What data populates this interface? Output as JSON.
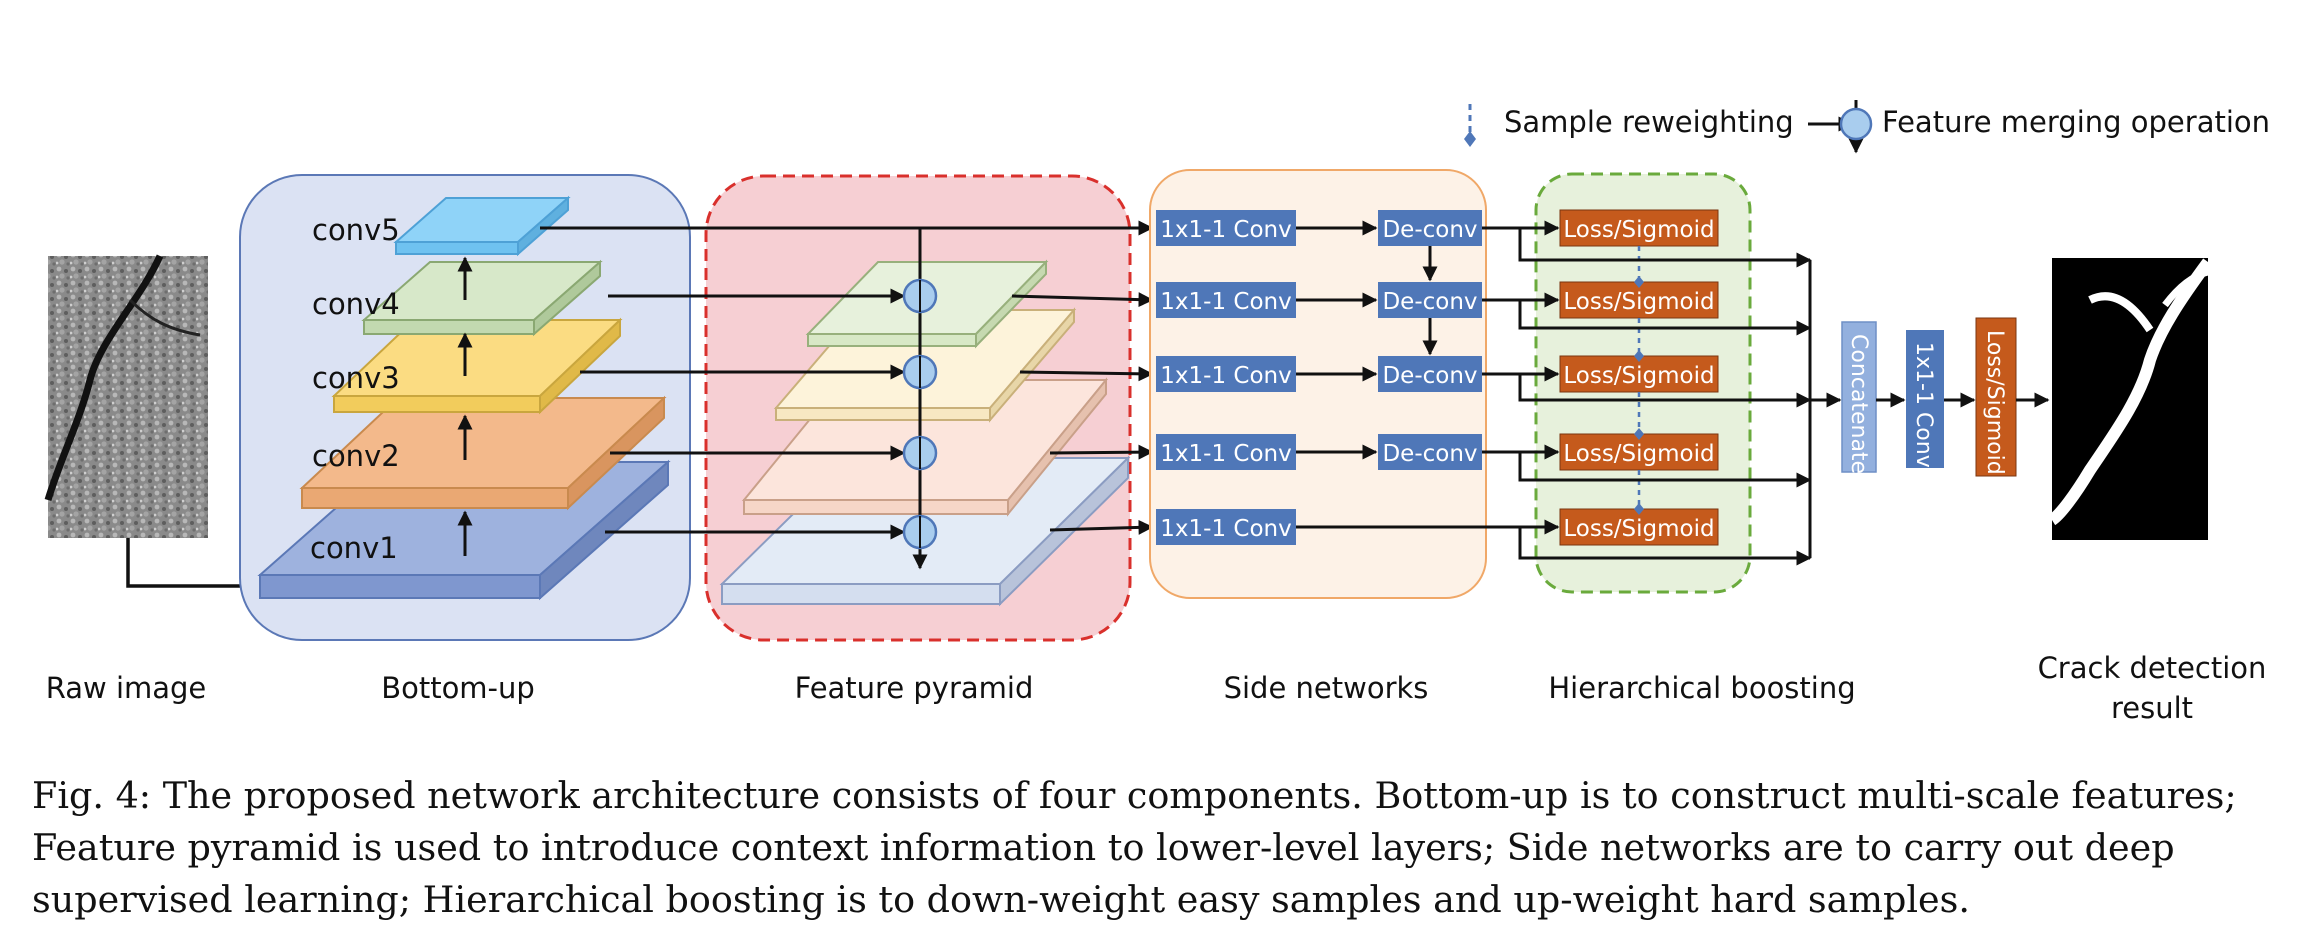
{
  "legend": {
    "sample_reweighting": "Sample reweighting",
    "feature_merging": "Feature merging operation"
  },
  "bottom_up": {
    "layers": [
      "conv5",
      "conv4",
      "conv3",
      "conv2",
      "conv1"
    ]
  },
  "side_networks": {
    "conv_label": "1x1-1 Conv",
    "deconv_label": "De-conv"
  },
  "boosting": {
    "loss_label": "Loss/Sigmoid"
  },
  "fusion": {
    "concatenate": "Concatenate",
    "conv": "1x1-1 Conv",
    "loss": "Loss/Sigmoid"
  },
  "section_labels": {
    "raw_image": "Raw image",
    "bottom_up": "Bottom-up",
    "feature_pyramid": "Feature pyramid",
    "side_networks": "Side networks",
    "hierarchical_boosting": "Hierarchical boosting",
    "result_line1": "Crack detection",
    "result_line2": "result"
  },
  "caption": "Fig. 4: The proposed network architecture consists of four components. Bottom-up is to construct multi-scale features; Feature pyramid is used to introduce context information to lower-level layers; Side networks are to carry out deep supervised learning; Hierarchical boosting is to down-weight easy samples and up-weight hard samples.",
  "colors": {
    "bottom_up_bg": "#dbe2f3",
    "bottom_up_border": "#5b78b6",
    "pyramid_bg": "#f6cfd3",
    "pyramid_border": "#d9302c",
    "side_bg": "#fdf2e7",
    "side_border": "#f0a868",
    "boost_bg": "#e7f1dc",
    "boost_border": "#6aaa3c",
    "conv_box": "#4f77b8",
    "deconv_box": "#4f77b8",
    "loss_box": "#c55a1c",
    "concat_box": "#93b0de",
    "conv5": "#8fd3f8",
    "conv4": "#d7e8c9",
    "conv3": "#fbdc82",
    "conv2": "#f3b98b",
    "conv1": "#9eb2de"
  }
}
